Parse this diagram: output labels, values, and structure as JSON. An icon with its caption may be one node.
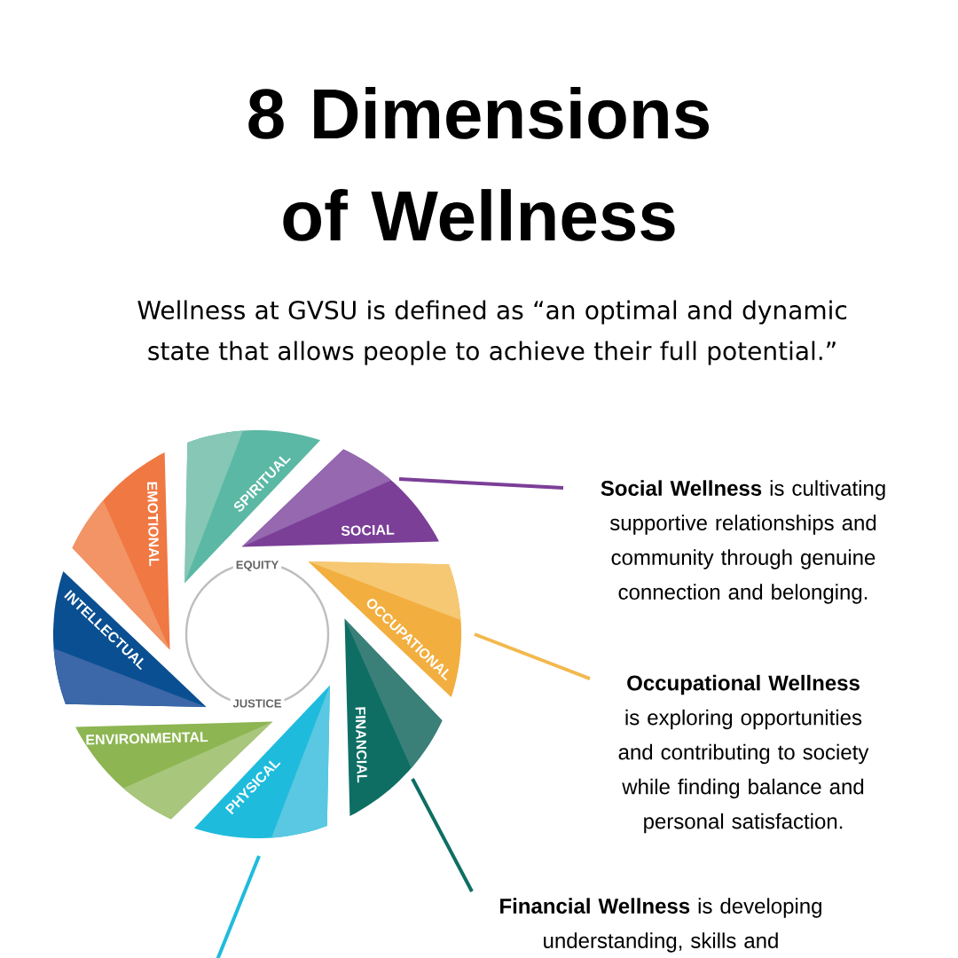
{
  "diagram": {
    "title": "8 Dimensions of Wellness",
    "nodes": [
      {
        "text": [
          "SPIRITUAL"
        ]
      },
      {
        "text": [
          "SOCIAL"
        ]
      },
      {
        "text": [
          "OCCUPATIONAL"
        ]
      },
      {
        "text": [
          "FINANCIAL"
        ]
      },
      {
        "text": [
          "PHYSICAL"
        ]
      },
      {
        "text": [
          "ENVIRONMENTAL"
        ]
      },
      {
        "text": [
          "INTELLECTUAL"
        ]
      },
      {
        "text": [
          "EMOTIONAL"
        ]
      },
      {
        "text": [
          "EQUITY",
          "JUSTICE"
        ]
      },
      {
        "text": [
          "**Social Wellness** is cultivating supportive relationships and community through genuine connection and belonging."
        ]
      },
      {
        "text": [
          "**Occupational Wellness** is exploring opportunities and contributing to society while finding balance and personal satisfaction."
        ]
      },
      {
        "text": [
          "**Financial Wellness** is developing understanding, skills and"
        ]
      }
    ],
    "edges": [
      {
        "from": 9,
        "to": 1,
        "arrow": "none",
        "color": "#7b3f98"
      },
      {
        "from": 10,
        "to": 2,
        "arrow": "none",
        "color": "#f2b94e"
      },
      {
        "from": 11,
        "to": 3,
        "arrow": "none",
        "color": "#0e6e64"
      },
      {
        "from": null,
        "to": 4,
        "arrow": "none",
        "color": "#1fbbdc"
      }
    ],
    "labels": [
      "Wellness at GVSU is defined as “an optimal and dynamic state that allows people to achieve their full potential.”"
    ]
  }
}
